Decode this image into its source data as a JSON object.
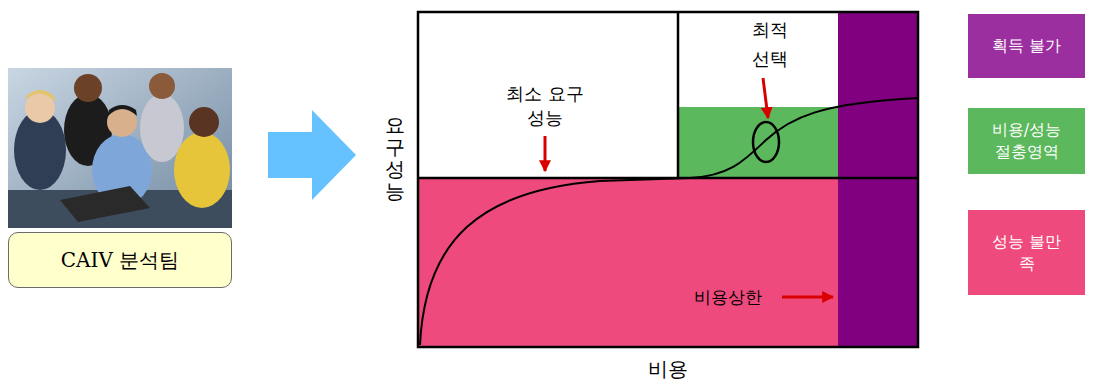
{
  "diagram": {
    "nodes": [
      {
        "text": [
          "CAIV 분석팀"
        ]
      }
    ],
    "labels": [
      "요구성능",
      "최소 요구성능",
      "최적 선택",
      "비용상한",
      "비용"
    ],
    "legend": [
      {
        "text": "획득 불가",
        "color": "#9b2f9f"
      },
      {
        "text": "비용/성능 절충영역",
        "color": "#5cb85c"
      },
      {
        "text": "성능 불만족",
        "color": "#ee4a7d"
      }
    ]
  }
}
